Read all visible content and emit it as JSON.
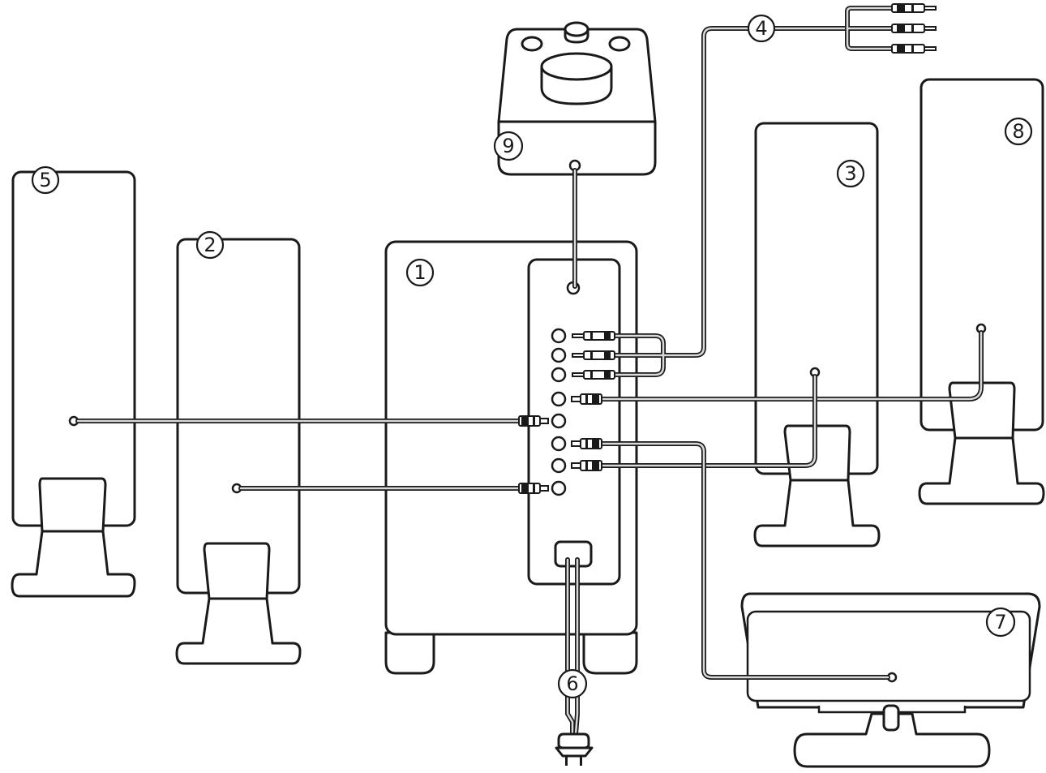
{
  "callouts": {
    "subwoofer": "1",
    "front_left_speaker": "2",
    "front_right_speaker": "3",
    "audio_input_cable": "4",
    "rear_left_speaker": "5",
    "power_cord": "6",
    "center_speaker": "7",
    "rear_right_speaker": "8",
    "control_pod": "9"
  },
  "colors": {
    "line": "#1a1a1a",
    "background": "#ffffff",
    "cable_core": "#d8d8d8"
  }
}
